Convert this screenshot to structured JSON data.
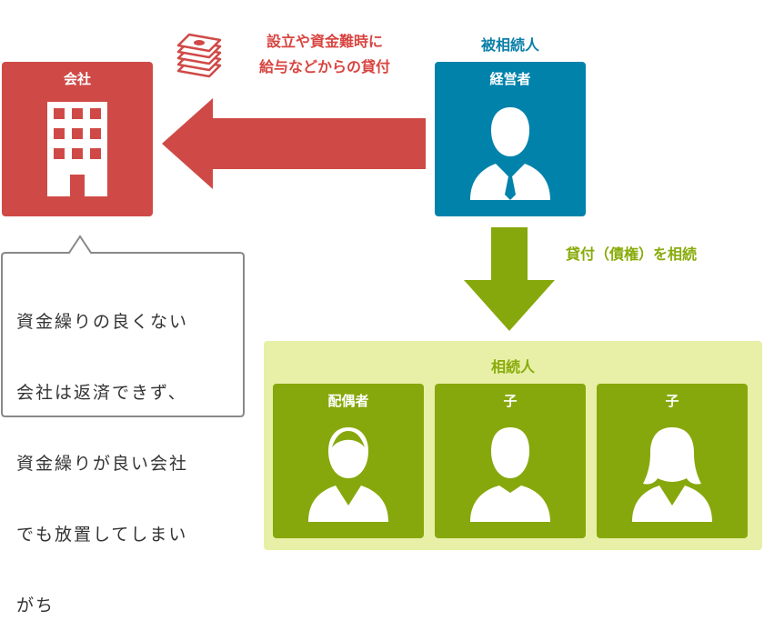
{
  "company": {
    "label": "会社",
    "icon": "building-icon"
  },
  "loan_note": {
    "line1": "設立や資金難時に",
    "line2": "給与などからの貸付",
    "icon": "money-stack-icon"
  },
  "decedent": {
    "heading": "被相続人",
    "role": "経営者",
    "icon": "businessman-icon"
  },
  "inheritance_note": "貸付（債権）を相続",
  "heirs": {
    "heading": "相続人",
    "members": [
      {
        "label": "配偶者",
        "icon": "woman-icon"
      },
      {
        "label": "子",
        "icon": "man-icon"
      },
      {
        "label": "子",
        "icon": "woman-long-hair-icon"
      }
    ]
  },
  "speech_bubble": {
    "lines": [
      "資金繰りの良くない",
      "会社は返済できず、",
      "資金繰りが良い会社",
      "でも放置してしまい",
      "がち"
    ]
  },
  "colors": {
    "company": "#cf4a47",
    "decedent": "#0082ab",
    "heir": "#87a80c",
    "heirs_background": "#e8f0a7",
    "arrow_red": "#cf4a47",
    "arrow_green": "#87a80c"
  }
}
